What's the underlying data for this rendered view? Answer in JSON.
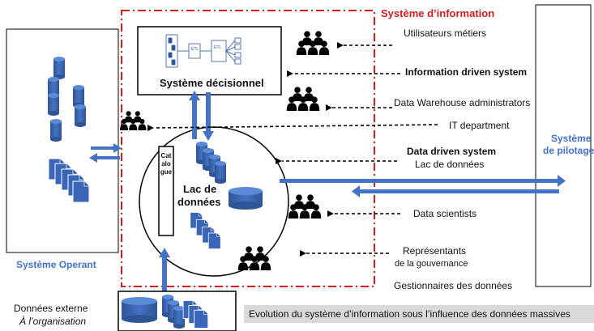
{
  "labels": {
    "si_title": "Système d’information",
    "operant": "Système Operant",
    "pilotage_line1": "Système",
    "pilotage_line2": "de pilotage",
    "decisionnel": "Système décisionnel",
    "lac_line1": "Lac de",
    "lac_line2": "données",
    "catalogue": "Catalogue",
    "externe_line1": "Données externe",
    "externe_line2": "À l’organisation",
    "caption": "Evolution du système d’information sous l’influence des données massives",
    "etl": "ETL"
  },
  "actors": [
    {
      "label": "Utilisateurs métiers",
      "bold": false
    },
    {
      "label": "Information driven system",
      "bold": true
    },
    {
      "label": "Data Warehouse administrators",
      "bold": false
    },
    {
      "label": "IT department",
      "bold": false
    },
    {
      "label": "Data driven system",
      "bold": true
    },
    {
      "label": "Lac de données",
      "bold": false
    },
    {
      "label": "Data scientists",
      "bold": false
    },
    {
      "label": "Représentants",
      "bold": false
    },
    {
      "label": "de la gouvernance",
      "bold": false
    },
    {
      "label": "Gestionnaires des données",
      "bold": false
    }
  ],
  "colors": {
    "accent_red": "#cc1f1f",
    "blue": "#4472c4",
    "blue_dark": "#2f5597",
    "caption_bg": "#d9d9d9"
  },
  "icons": [
    "database-icon",
    "document-stack-icon",
    "people-group-icon",
    "dashed-arrow-icon",
    "double-arrow-icon"
  ]
}
